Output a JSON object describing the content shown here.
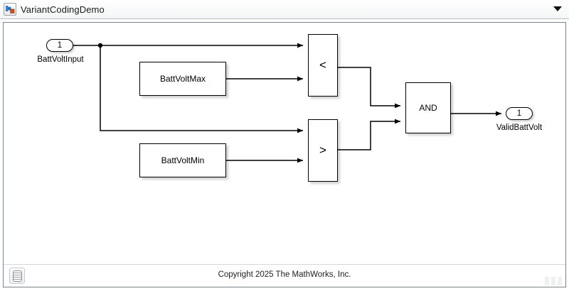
{
  "window": {
    "title": "VariantCodingDemo",
    "icon": "simulink-model-icon",
    "menu_chevron_icon": "chevron-down-icon"
  },
  "statusbar": {
    "layers_icon": "layer-stack-icon",
    "copyright": "Copyright 2025 The MathWorks, Inc.",
    "resize_grip_icon": "resize-grip-icon"
  },
  "diagram": {
    "inport": {
      "number": "1",
      "label": "BattVoltInput"
    },
    "outport": {
      "number": "1",
      "label": "ValidBattVolt"
    },
    "constants": [
      {
        "label": "BattVoltMax"
      },
      {
        "label": "BattVoltMin"
      }
    ],
    "operators": [
      {
        "label": "<",
        "name": "less-than"
      },
      {
        "label": ">",
        "name": "greater-than"
      }
    ],
    "logic": {
      "label": "AND"
    }
  }
}
